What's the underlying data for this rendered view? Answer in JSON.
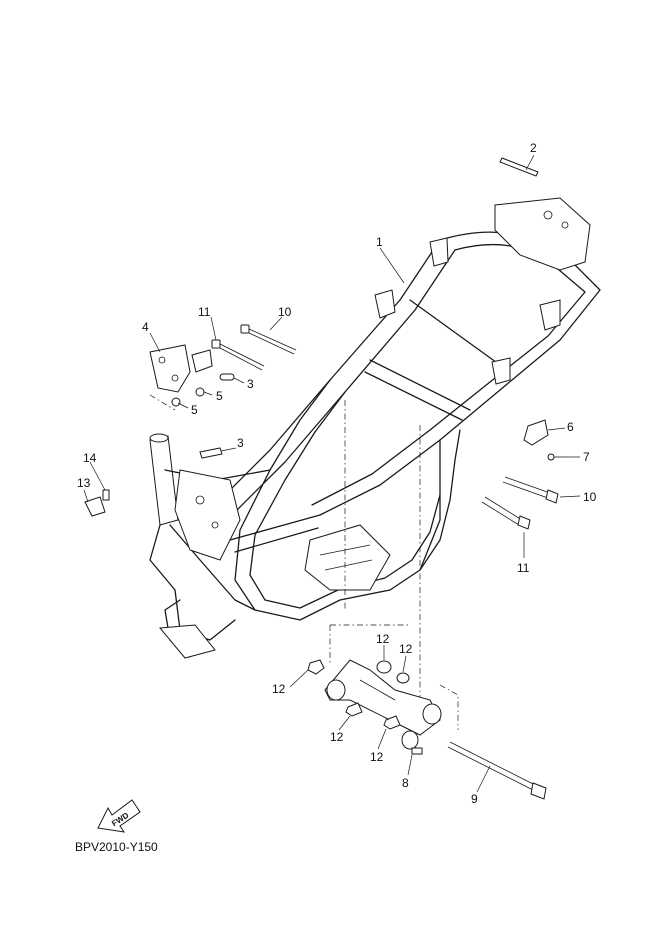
{
  "diagram": {
    "callouts": [
      {
        "id": "1",
        "label": "1"
      },
      {
        "id": "2",
        "label": "2"
      },
      {
        "id": "3a",
        "label": "3"
      },
      {
        "id": "3b",
        "label": "3"
      },
      {
        "id": "4",
        "label": "4"
      },
      {
        "id": "5a",
        "label": "5"
      },
      {
        "id": "5b",
        "label": "5"
      },
      {
        "id": "6",
        "label": "6"
      },
      {
        "id": "7",
        "label": "7"
      },
      {
        "id": "8",
        "label": "8"
      },
      {
        "id": "9",
        "label": "9"
      },
      {
        "id": "10a",
        "label": "10"
      },
      {
        "id": "10b",
        "label": "10"
      },
      {
        "id": "11a",
        "label": "11"
      },
      {
        "id": "11b",
        "label": "11"
      },
      {
        "id": "12a",
        "label": "12"
      },
      {
        "id": "12b",
        "label": "12"
      },
      {
        "id": "12c",
        "label": "12"
      },
      {
        "id": "12d",
        "label": "12"
      },
      {
        "id": "12e",
        "label": "12"
      },
      {
        "id": "13",
        "label": "13"
      },
      {
        "id": "14",
        "label": "14"
      }
    ],
    "fwd_label": "FWD",
    "drawing_code": "BPV2010-Y150"
  }
}
